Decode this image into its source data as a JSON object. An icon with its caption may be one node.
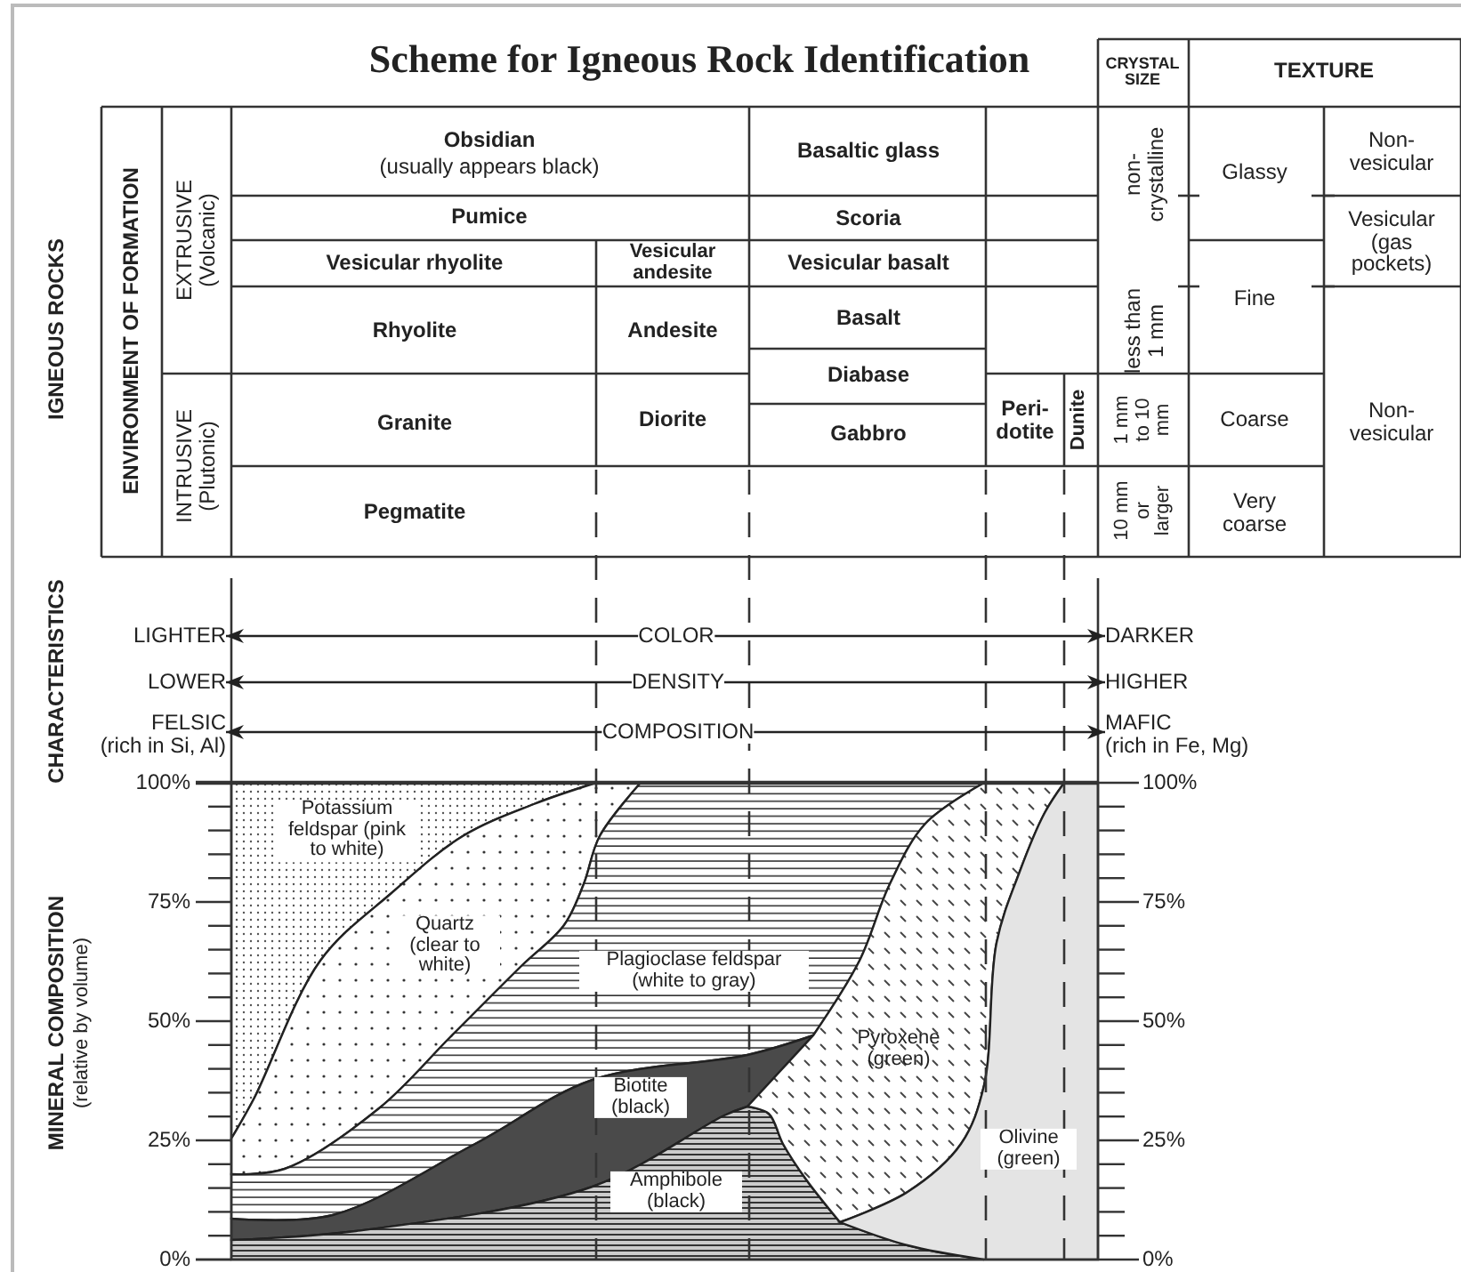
{
  "diagram": {
    "title": "Scheme for Igneous Rock Identification",
    "nodes": [
      {
        "text": [
          "LIGHTER"
        ]
      },
      {
        "text": [
          "COLOR"
        ]
      },
      {
        "text": [
          "DARKER"
        ]
      },
      {
        "text": [
          "LOWER"
        ]
      },
      {
        "text": [
          "DENSITY"
        ]
      },
      {
        "text": [
          "HIGHER"
        ]
      },
      {
        "text": [
          "FELSIC",
          "(rich in Si, Al)"
        ]
      },
      {
        "text": [
          "COMPOSITION"
        ]
      },
      {
        "text": [
          "MAFIC",
          "(rich in Fe, Mg)"
        ]
      }
    ],
    "edges": [
      {
        "from": 1,
        "to": 0,
        "arrow": "to"
      },
      {
        "from": 1,
        "to": 2,
        "arrow": "to"
      },
      {
        "from": 4,
        "to": 3,
        "arrow": "to"
      },
      {
        "from": 4,
        "to": 5,
        "arrow": "to"
      },
      {
        "from": 7,
        "to": 6,
        "arrow": "to"
      },
      {
        "from": 7,
        "to": 8,
        "arrow": "to"
      }
    ],
    "labels": [
      "CRYSTAL SIZE",
      "TEXTURE",
      "IGNEOUS ROCKS",
      "ENVIRONMENT OF FORMATION",
      "EXTRUSIVE (Volcanic)",
      "Obsidian",
      "(usually appears black)",
      "Basaltic glass",
      "non-crystalline",
      "Glassy",
      "Non- vesicular",
      "Pumice",
      "Scoria",
      "Vesicular (gas pockets)",
      "Vesicular rhyolite",
      "Vesicular andesite",
      "Vesicular basalt",
      "less than 1 mm",
      "Fine",
      "Rhyolite",
      "Andesite",
      "Basalt",
      "Diabase",
      "INTRUSIVE (Plutonic)",
      "Granite",
      "Diorite",
      "Gabbro",
      "Peri- dotite",
      "Dunite",
      "1 mm to 10 mm",
      "Coarse",
      "Non- vesicular",
      "Pegmatite",
      "10 mm or larger",
      "Very coarse",
      "CHARACTERISTICS",
      "100%",
      "100%",
      "Potassium feldspar (pink to white)",
      "75%",
      "75%",
      "Quartz (clear to white)",
      "Plagioclase feldspar (white to gray)",
      "MINERAL COMPOSITION",
      "(relative by volume)",
      "50%",
      "Pyroxene (green)",
      "50%",
      "Biotite (black)",
      "25%",
      "Olivine (green)",
      "25%",
      "Amphibole (black)",
      "0%",
      "0%"
    ]
  }
}
